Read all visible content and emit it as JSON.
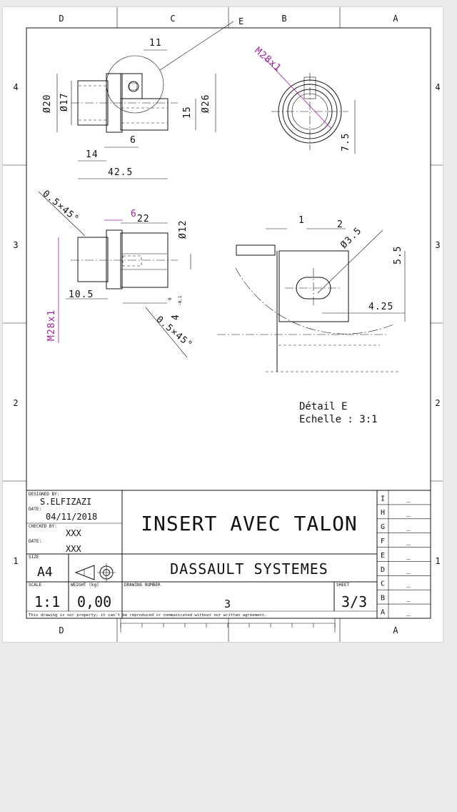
{
  "border_labels": {
    "top": [
      "D",
      "C",
      "B",
      "A"
    ],
    "bottom": [
      "D",
      "A"
    ],
    "rows": [
      "4",
      "3",
      "2",
      "1"
    ]
  },
  "view_label": "E",
  "dims": {
    "top_left": {
      "d11": "11",
      "d20": "Ø20",
      "d17": "Ø17",
      "d26": "Ø26",
      "d15": "15",
      "d6": "6",
      "d14": "14",
      "d42": "42.5"
    },
    "top_right": {
      "thread": "M28x1",
      "d75": "7.5"
    },
    "section": {
      "chamfer_top": "0.5×45°",
      "d6": "6",
      "d22": "22",
      "d12": "Ø12",
      "d105": "10.5",
      "thread": "M28x1",
      "tol": "4",
      "tol_up": "0",
      "tol_down": "-0.1",
      "chamfer_bottom": "0.5×45°"
    },
    "detail": {
      "d1": "1",
      "d2": "2",
      "d35": "Ø3.5",
      "d55": "5.5",
      "d425": "4.25"
    }
  },
  "detail_caption": {
    "line1": "Détail E",
    "line2": "Echelle :  3:1"
  },
  "title_block": {
    "designed_by_label": "DESIGNED BY:",
    "designed_by": "S.ELFIZAZI",
    "date_label": "DATE:",
    "date": "04/11/2018",
    "checked_by_label": "CHECKED BY:",
    "checked_by": "XXX",
    "date2_label": "DATE:",
    "date2": "XXX",
    "size_label": "SIZE",
    "size": "A4",
    "scale_label": "SCALE",
    "scale": "1:1",
    "weight_label": "WEIGHT (kg)",
    "weight": "0,00",
    "drawing_number_label": "DRAWING NUMBER",
    "drawing_number": "3",
    "sheet_label": "SHEET",
    "sheet": "3/3",
    "title": "INSERT AVEC TALON",
    "company": "DASSAULT SYSTEMES",
    "disclaimer": "This drawing is our property; it can't be reproduced or communicated without our written agreement.",
    "revisions": [
      "I",
      "H",
      "G",
      "F",
      "E",
      "D",
      "C",
      "B",
      "A"
    ],
    "revision_value": "_"
  }
}
